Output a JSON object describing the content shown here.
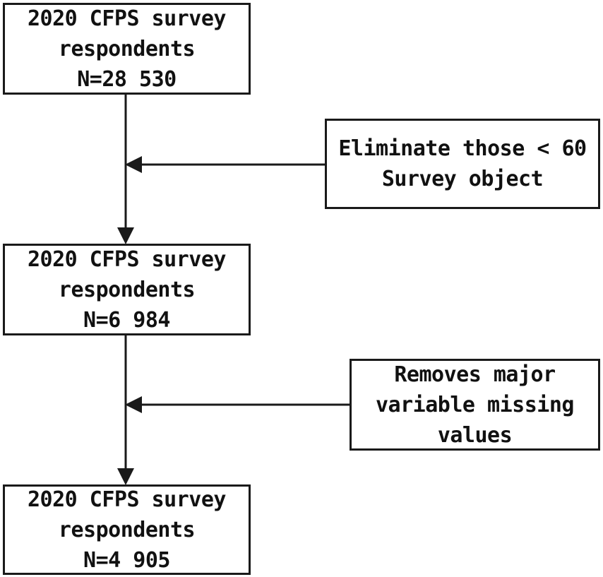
{
  "flow_boxes": [
    {
      "line1": "2020 CFPS survey",
      "line2": "respondents",
      "line3": "N=28 530"
    },
    {
      "line1": "2020 CFPS survey",
      "line2": "respondents",
      "line3": "N=6 984"
    },
    {
      "line1": "2020 CFPS survey",
      "line2": "respondents",
      "line3": "N=4 905"
    }
  ],
  "exclusion_boxes": [
    {
      "line1": "Eliminate those < 60",
      "line2": "Survey object"
    },
    {
      "line1": "Removes major",
      "line2": "variable missing",
      "line3": "values"
    }
  ],
  "colors": {
    "stroke": "#1a1a1a",
    "text": "#111111",
    "background": "#ffffff"
  }
}
